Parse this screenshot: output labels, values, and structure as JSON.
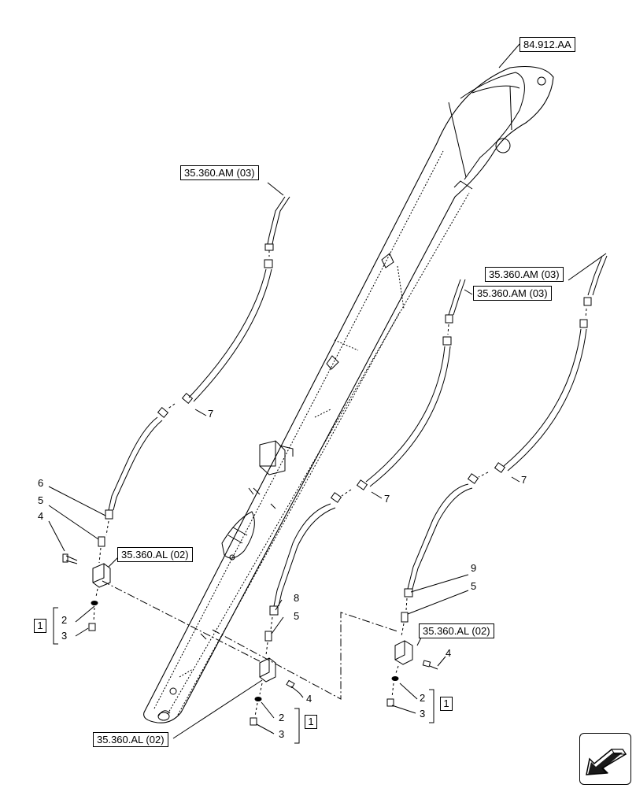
{
  "references": {
    "boom_ref": "84.912.AA",
    "am_left": "35.360.AM (03)",
    "am_right_top": "35.360.AM (03)",
    "am_right_mid": "35.360.AM (03)",
    "al_left": "35.360.AL (02)",
    "al_bottom": "35.360.AL (02)",
    "al_right": "35.360.AL (02)"
  },
  "kit_label": "1",
  "callouts": {
    "left": {
      "six": "6",
      "five": "5",
      "four": "4",
      "seven": "7",
      "two": "2",
      "three": "3"
    },
    "center": {
      "eight": "8",
      "five": "5",
      "four": "4",
      "seven": "7",
      "two": "2",
      "three": "3"
    },
    "right": {
      "nine": "9",
      "five": "5",
      "four": "4",
      "seven": "7",
      "two": "2",
      "three": "3"
    }
  },
  "icons": {
    "navigation": "arrow-left-icon"
  }
}
